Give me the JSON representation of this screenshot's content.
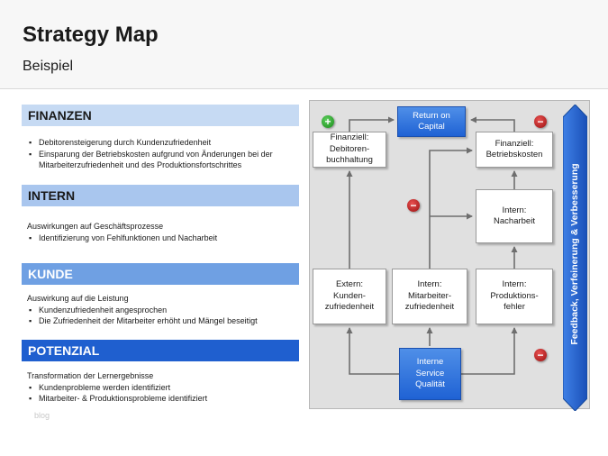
{
  "header": {
    "title": "Strategy Map",
    "subtitle": "Beispiel"
  },
  "sections": [
    {
      "heading": "FINANZEN",
      "intro": "",
      "bullets": [
        "Debitorensteigerung durch Kundenzufriedenheit",
        "Einsparung der Betriebskosten aufgrund von Änderungen bei der Mitarbeiterzufriedenheit und des Produktionsfortschrittes"
      ]
    },
    {
      "heading": "INTERN",
      "intro": "Auswirkungen auf Geschäftsprozesse",
      "bullets": [
        "Identifizierung von Fehlfunktionen und Nacharbeit"
      ]
    },
    {
      "heading": "KUNDE",
      "intro": "Auswirkung auf die Leistung",
      "bullets": [
        "Kundenzufriedenheit angesprochen",
        "Die Zufriedenheit der Mitarbeiter erhöht und Mängel beseitigt"
      ]
    },
    {
      "heading": "POTENZIAL",
      "intro": "Transformation der Lernergebnisse",
      "bullets": [
        "Kundenprobleme werden identifiziert",
        "Mitarbeiter- & Produktionsprobleme identifiziert"
      ]
    }
  ],
  "watermark": "blog",
  "diagram": {
    "nodes": {
      "return_on_capital": "Return on\nCapital",
      "debitoren": "Finanziell:\nDebitoren-\nbuchhaltung",
      "betriebskosten": "Finanziell:\nBetriebskosten",
      "nacharbeit": "Intern:\nNacharbeit",
      "kunden": "Extern:\nKunden-\nzufriedenheit",
      "mitarbeiter": "Intern:\nMitarbeiter-\nzufriedenheit",
      "produktion": "Intern:\nProduktions-\nfehler",
      "service": "Interne\nService\nQualität"
    },
    "signs": {
      "plus": "+",
      "minus": "−"
    },
    "feedback_label": "Feedback, Verfeinerung & Verbesserung",
    "colors": {
      "box_blue": "#2a6ad8",
      "arrow": "#6e6e6e",
      "plus": "#2a9a2a",
      "minus": "#b01818",
      "feedback": "#1f5fcf"
    }
  }
}
